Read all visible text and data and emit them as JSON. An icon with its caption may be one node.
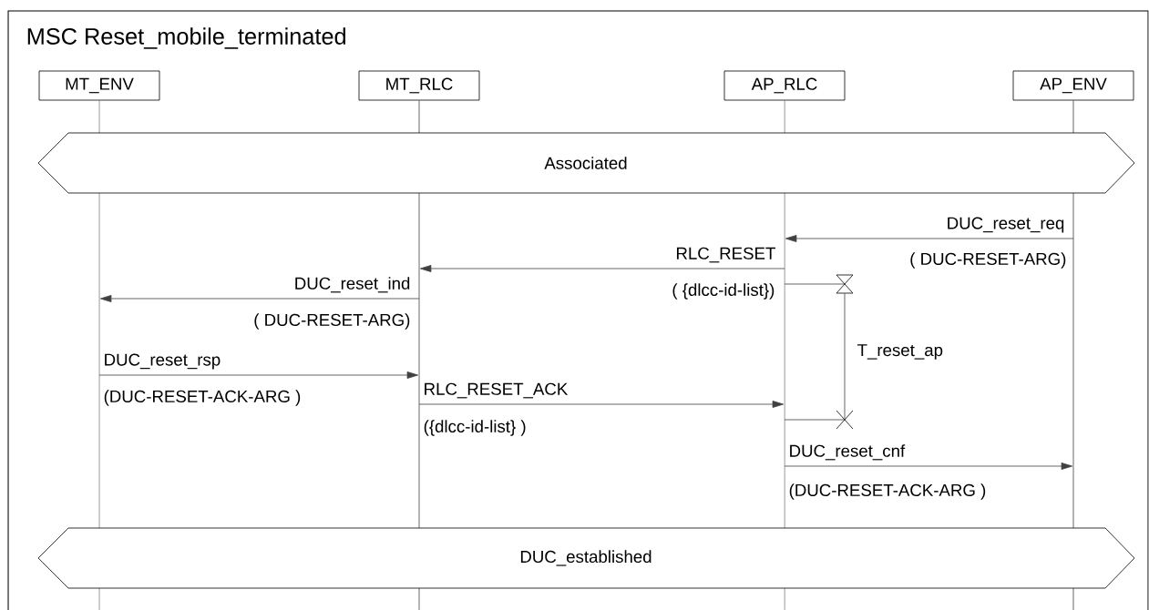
{
  "diagram": {
    "title": "MSC Reset_mobile_terminated",
    "nodes": [
      {
        "text": [
          "MT_ENV"
        ]
      },
      {
        "text": [
          "MT_RLC"
        ]
      },
      {
        "text": [
          "AP_RLC"
        ]
      },
      {
        "text": [
          "AP_ENV"
        ]
      },
      {
        "text": [
          "Associated"
        ]
      },
      {
        "text": [],
        "shape": "hourglass"
      },
      {
        "text": [],
        "shape": "cross"
      },
      {
        "text": [
          "DUC_established"
        ]
      }
    ],
    "edges": [
      {
        "from": 3,
        "to": 2,
        "arrow": "to",
        "label": "DUC_reset_req"
      },
      {
        "from": 2,
        "to": 1,
        "arrow": "to",
        "label": "RLC_RESET"
      },
      {
        "from": 1,
        "to": 0,
        "arrow": "to",
        "label": "DUC_reset_ind"
      },
      {
        "from": 0,
        "to": 1,
        "arrow": "to",
        "label": "DUC_reset_rsp"
      },
      {
        "from": 1,
        "to": 2,
        "arrow": "to",
        "label": "RLC_RESET_ACK"
      },
      {
        "from": 2,
        "to": 3,
        "arrow": "to",
        "label": "DUC_reset_cnf"
      },
      {
        "from": 2,
        "to": 5,
        "arrow": "none"
      },
      {
        "from": 5,
        "to": 6,
        "arrow": "none",
        "label": "T_reset_ap"
      },
      {
        "from": 2,
        "to": 6,
        "arrow": "none"
      }
    ],
    "labels": [
      "( DUC-RESET-ARG)",
      "( {dlcc-id-list})",
      "( DUC-RESET-ARG)",
      "(DUC-RESET-ACK-ARG )",
      "({dlcc-id-list} )",
      "(DUC-RESET-ACK-ARG )"
    ]
  }
}
